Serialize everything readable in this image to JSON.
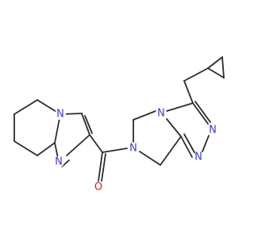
{
  "diagram": {
    "type": "skeletal-structure",
    "atom_labels": {
      "n_imid_bridge": "N",
      "n_imid_ring": "N",
      "o_carbonyl": "O",
      "n_amide": "N",
      "n_tri_bridge": "N",
      "n_tri_3": "N",
      "n_tri_2": "N"
    },
    "colors": {
      "bond": "#2b2b2b",
      "nitrogen": "#3b3bd6",
      "oxygen": "#e01b1b"
    }
  }
}
